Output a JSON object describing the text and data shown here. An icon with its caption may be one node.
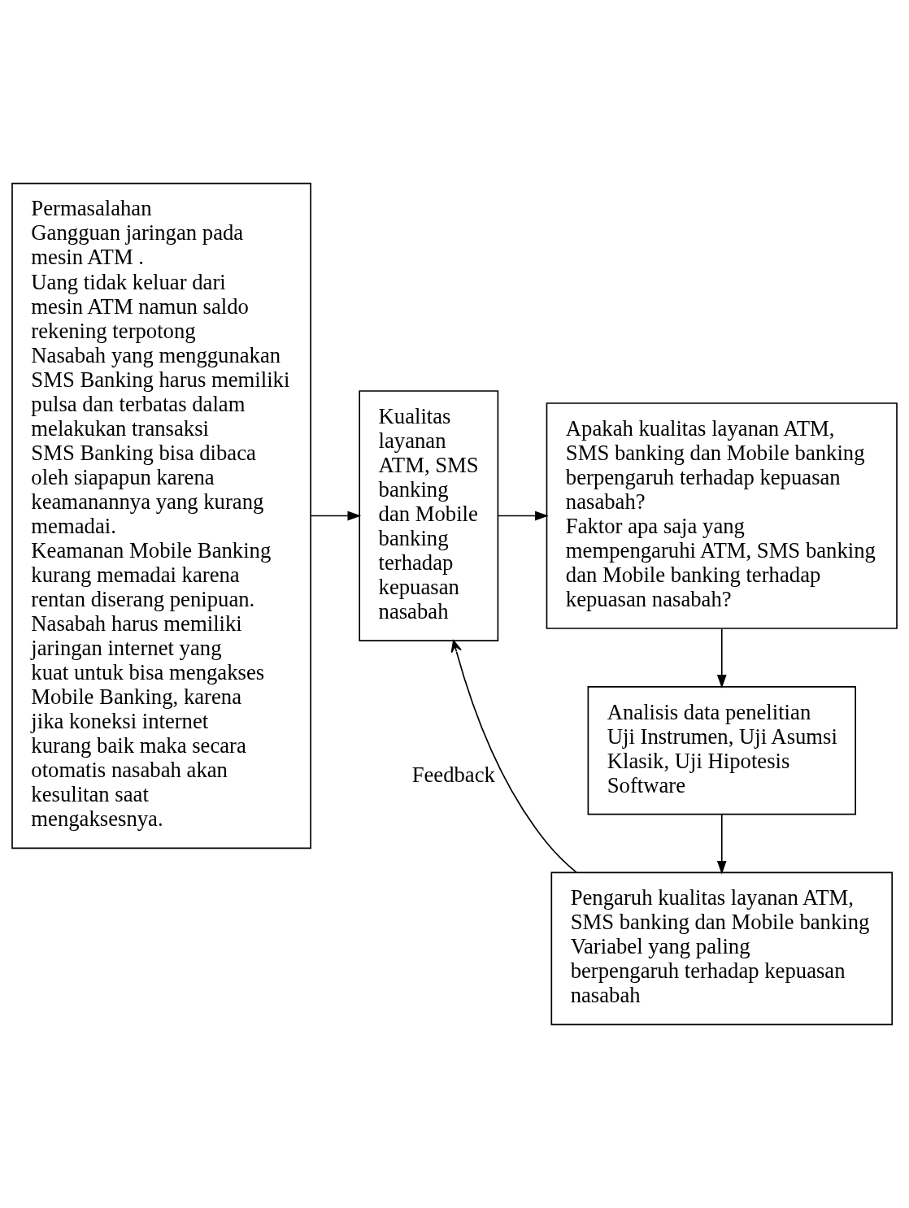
{
  "diagram": {
    "nodes": [
      {
        "text": [
          "Permasalahan",
          "Gangguan jaringan pada mesin ATM .",
          "Uang tidak keluar dari mesin ATM namun saldo rekening terpotong",
          "Nasabah yang menggunakan SMS Banking harus memiliki pulsa dan terbatas dalam melakukan transaksi",
          "SMS Banking bisa dibaca oleh siapapun karena keamanannya yang kurang memadai.",
          "Keamanan Mobile Banking kurang memadai karena rentan diserang penipuan.",
          "Nasabah harus memiliki jaringan internet yang kuat untuk bisa mengakses Mobile Banking, karena jika koneksi internet kurang baik maka secara otomatis nasabah akan kesulitan saat mengaksesnya."
        ]
      },
      {
        "text": [
          "Kualitas layanan ATM, SMS banking dan Mobile banking terhadap kepuasan nasabah"
        ]
      },
      {
        "text": [
          "Apakah kualitas layanan ATM, SMS banking dan Mobile banking berpengaruh terhadap kepuasan nasabah?",
          "Faktor apa saja yang mempengaruhi ATM, SMS banking dan Mobile banking terhadap kepuasan nasabah?"
        ]
      },
      {
        "text": [
          "Analisis data penelitian",
          "Uji Instrumen, Uji Asumsi Klasik, Uji Hipotesis",
          "Software"
        ]
      },
      {
        "text": [
          "Pengaruh kualitas layanan ATM, SMS banking dan Mobile banking",
          "Variabel yang paling berpengaruh terhadap kepuasan nasabah"
        ]
      }
    ],
    "edges": [
      {
        "from": 0,
        "to": 1,
        "arrow": "to"
      },
      {
        "from": 1,
        "to": 2,
        "arrow": "to"
      },
      {
        "from": 2,
        "to": 3,
        "arrow": "to"
      },
      {
        "from": 3,
        "to": 4,
        "arrow": "to"
      },
      {
        "from": 4,
        "to": 1,
        "arrow": "to",
        "label": "Feedback"
      }
    ]
  }
}
